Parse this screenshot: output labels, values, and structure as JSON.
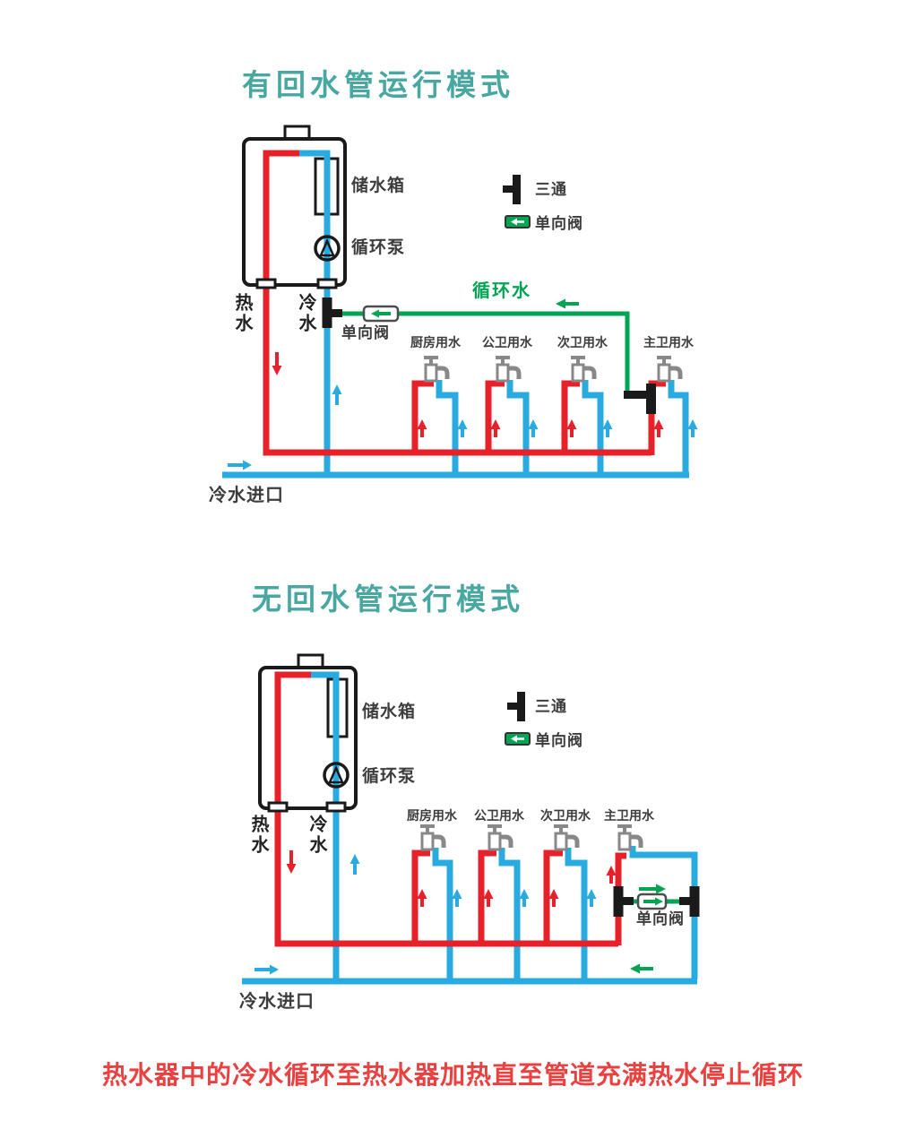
{
  "colors": {
    "hot": "#e6212a",
    "cold": "#29abe2",
    "green": "#00a553",
    "teal": "#48a7a1",
    "ink": "#1a1a1a",
    "gray": "#8a8a8a",
    "note": "#ea4040",
    "label": "#3d3d3d"
  },
  "diagram1": {
    "title": "有回水管运行模式",
    "heater": {
      "tank": "储水箱",
      "pump": "循环泵",
      "hot": "热水",
      "cold": "冷水"
    },
    "legend": {
      "tee": "三通",
      "valve": "单向阀"
    },
    "circulation": "循环水",
    "valve": "单向阀",
    "inlet": "冷水进口",
    "taps": [
      {
        "label": "厨房用水"
      },
      {
        "label": "公卫用水"
      },
      {
        "label": "次卫用水"
      },
      {
        "label": "主卫用水"
      }
    ]
  },
  "diagram2": {
    "title": "无回水管运行模式",
    "heater": {
      "tank": "储水箱",
      "pump": "循环泵",
      "hot": "热水",
      "cold": "冷水"
    },
    "legend": {
      "tee": "三通",
      "valve": "单向阀"
    },
    "valve": "单向阀",
    "inlet": "冷水进口",
    "taps": [
      {
        "label": "厨房用水"
      },
      {
        "label": "公卫用水"
      },
      {
        "label": "次卫用水"
      },
      {
        "label": "主卫用水"
      }
    ]
  },
  "note": "热水器中的冷水循环至热水器加热直至管道充满热水停止循环"
}
